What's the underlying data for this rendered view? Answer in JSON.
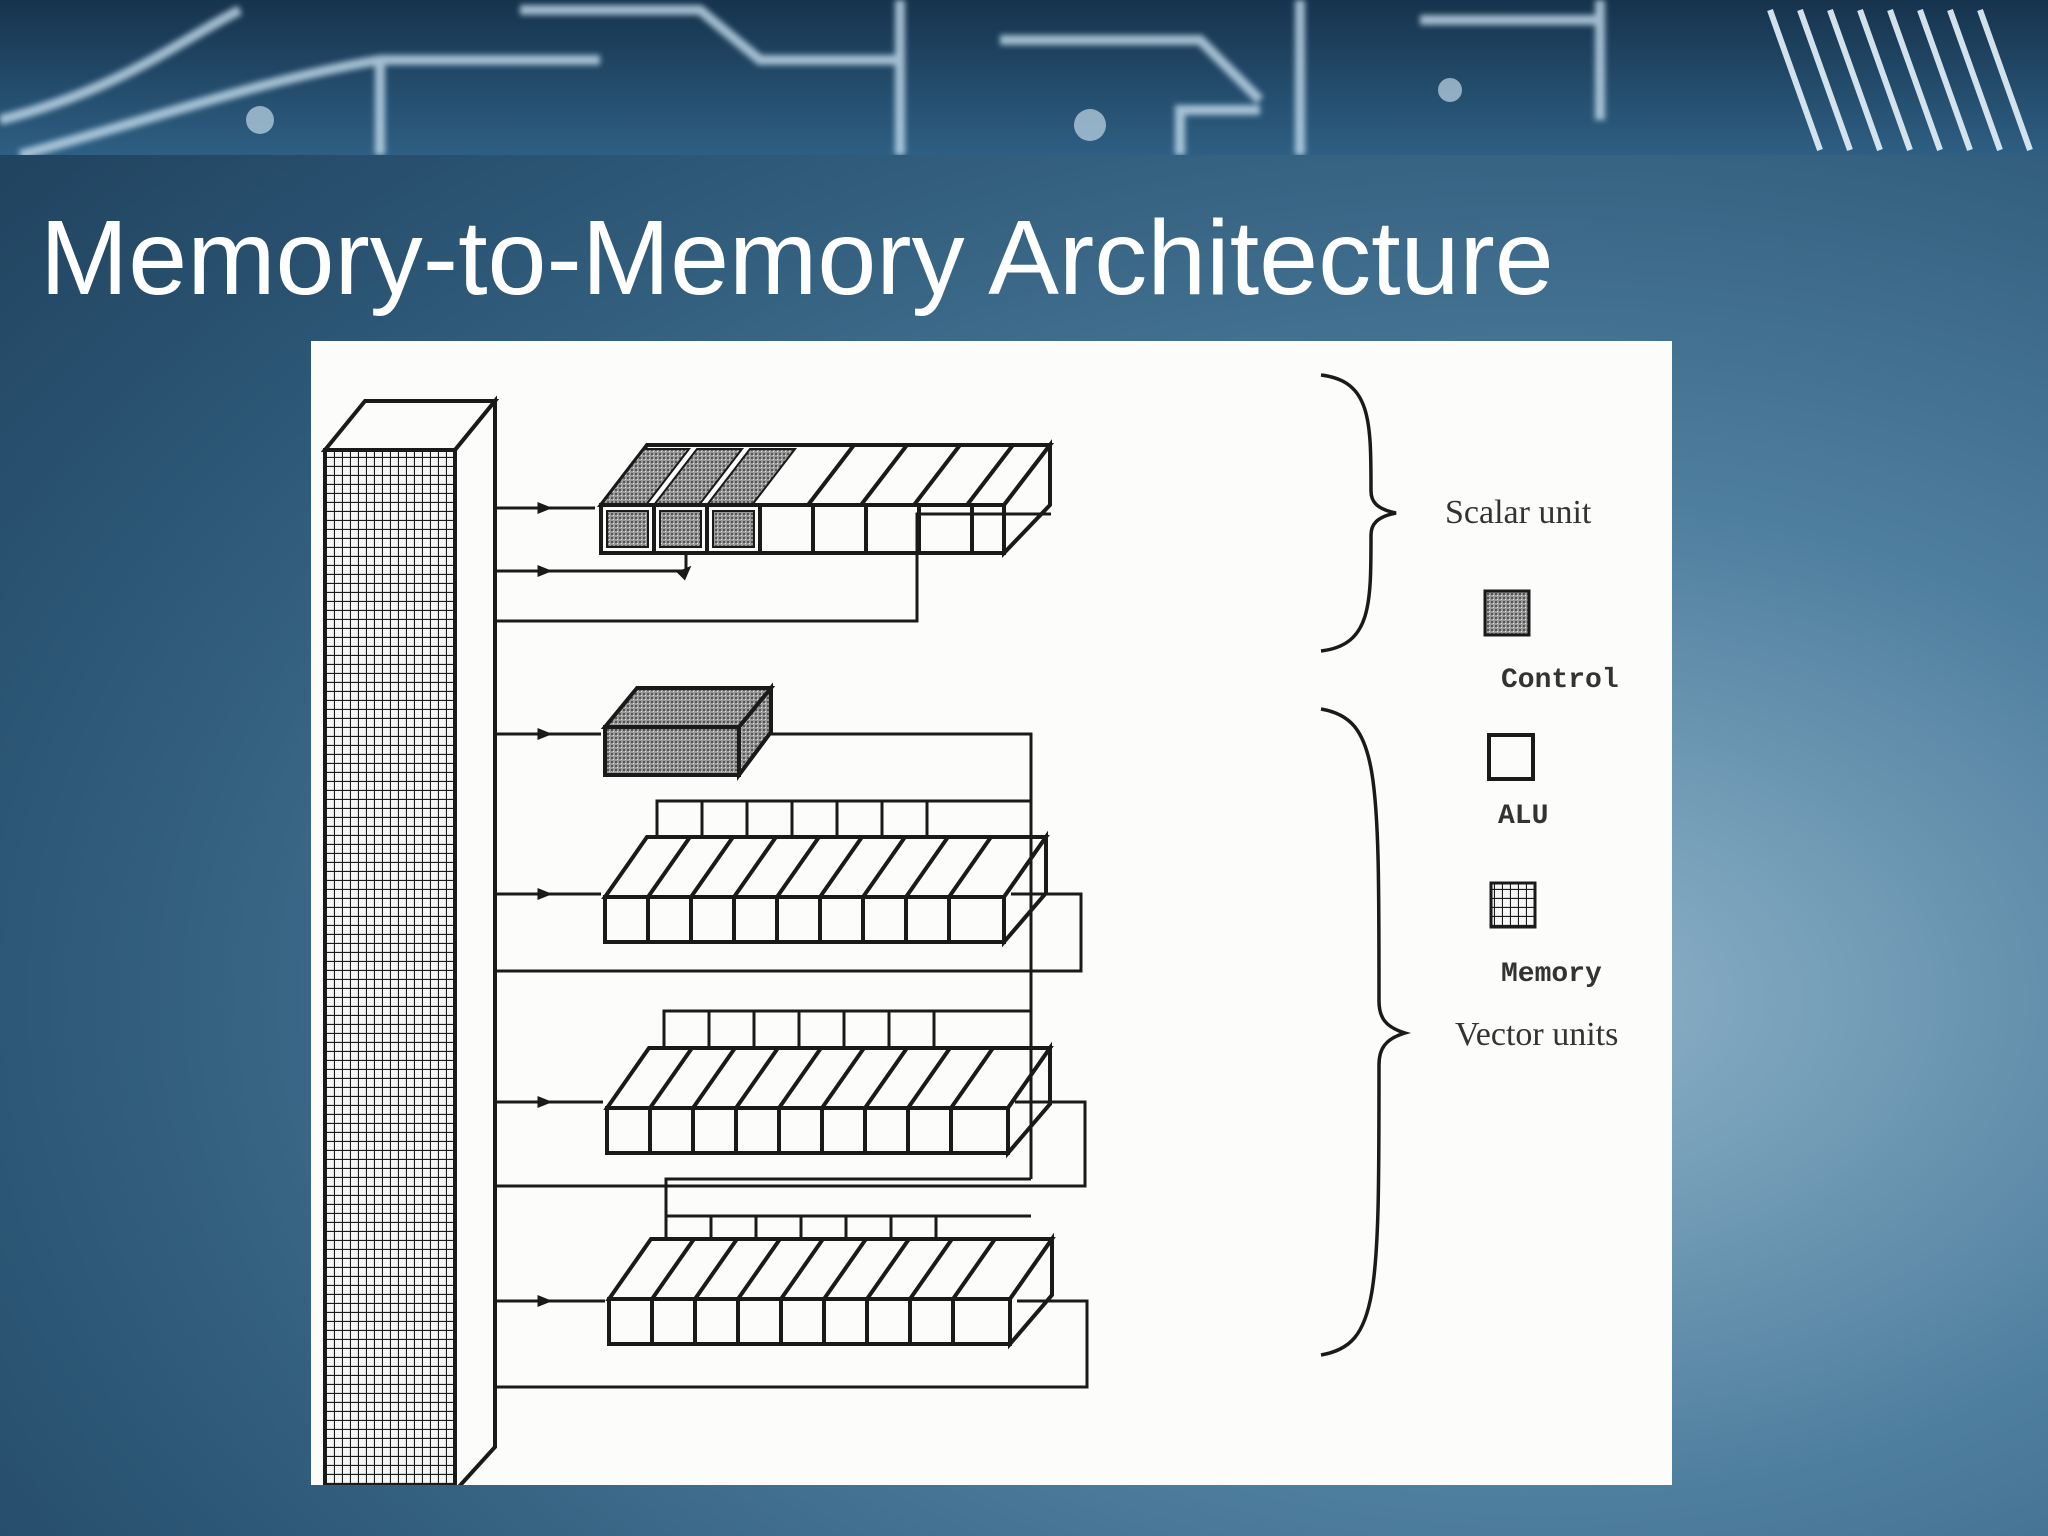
{
  "slide": {
    "title": "Memory-to-Memory Architecture"
  },
  "diagram": {
    "scalar_label": "Scalar unit",
    "vector_label": "Vector units",
    "legend": [
      {
        "id": "control",
        "label": "Control",
        "swatch": "stippled"
      },
      {
        "id": "alu",
        "label": "ALU",
        "swatch": "empty"
      },
      {
        "id": "memory",
        "label": "Memory",
        "swatch": "grid"
      }
    ]
  },
  "colors": {
    "title_text": "#ffffff",
    "figure_background": "#fcfcfa",
    "ink": "#1a1a1a"
  }
}
